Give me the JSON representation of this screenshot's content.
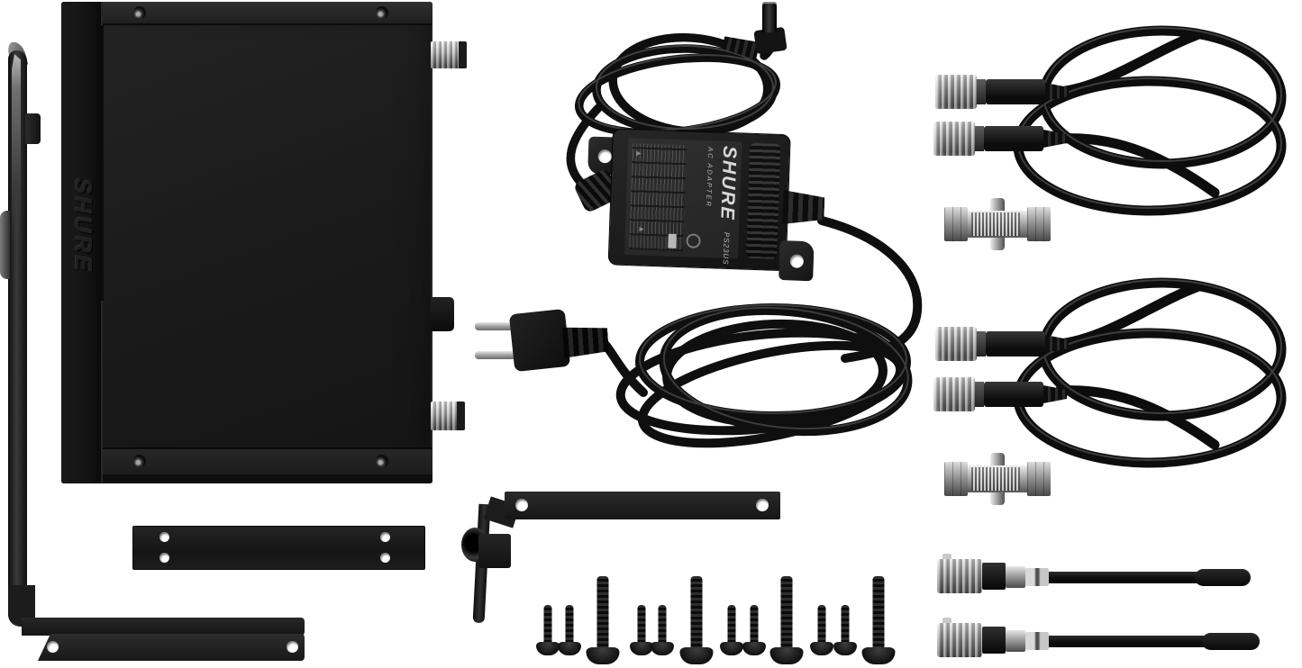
{
  "scene": {
    "type": "product-photo",
    "background_color": "#ffffff",
    "subject": "Shure half-rack wireless receiver accessory kit flat lay"
  },
  "receiver": {
    "embossed_brand": "SHURE"
  },
  "ac_adapter": {
    "brand": "SHURE",
    "type_label": "AC ADAPTER",
    "model": "PS23US"
  },
  "parts_visible": [
    {
      "name": "receiver-half-rack-unit",
      "qty": 1
    },
    {
      "name": "rack-bracket-long",
      "qty": 1
    },
    {
      "name": "rack-bracket-short",
      "qty": 1
    },
    {
      "name": "link-plate",
      "qty": 1
    },
    {
      "name": "ac-adapter-with-cords",
      "qty": 1
    },
    {
      "name": "us-two-prong-plug",
      "qty": 1
    },
    {
      "name": "dc-barrel-plug",
      "qty": 1
    },
    {
      "name": "bnc-coaxial-cable",
      "qty": 2
    },
    {
      "name": "bnc-bulkhead-coupler",
      "qty": 2
    },
    {
      "name": "bnc-antenna",
      "qty": 2
    },
    {
      "name": "mounting-screw-short",
      "qty": 8
    },
    {
      "name": "mounting-screw-long",
      "qty": 4
    }
  ],
  "colors": {
    "plastic_black": "#1c1c1c",
    "cable_black": "#101010",
    "metal_silver": "#c9c9c9",
    "background": "#ffffff"
  }
}
